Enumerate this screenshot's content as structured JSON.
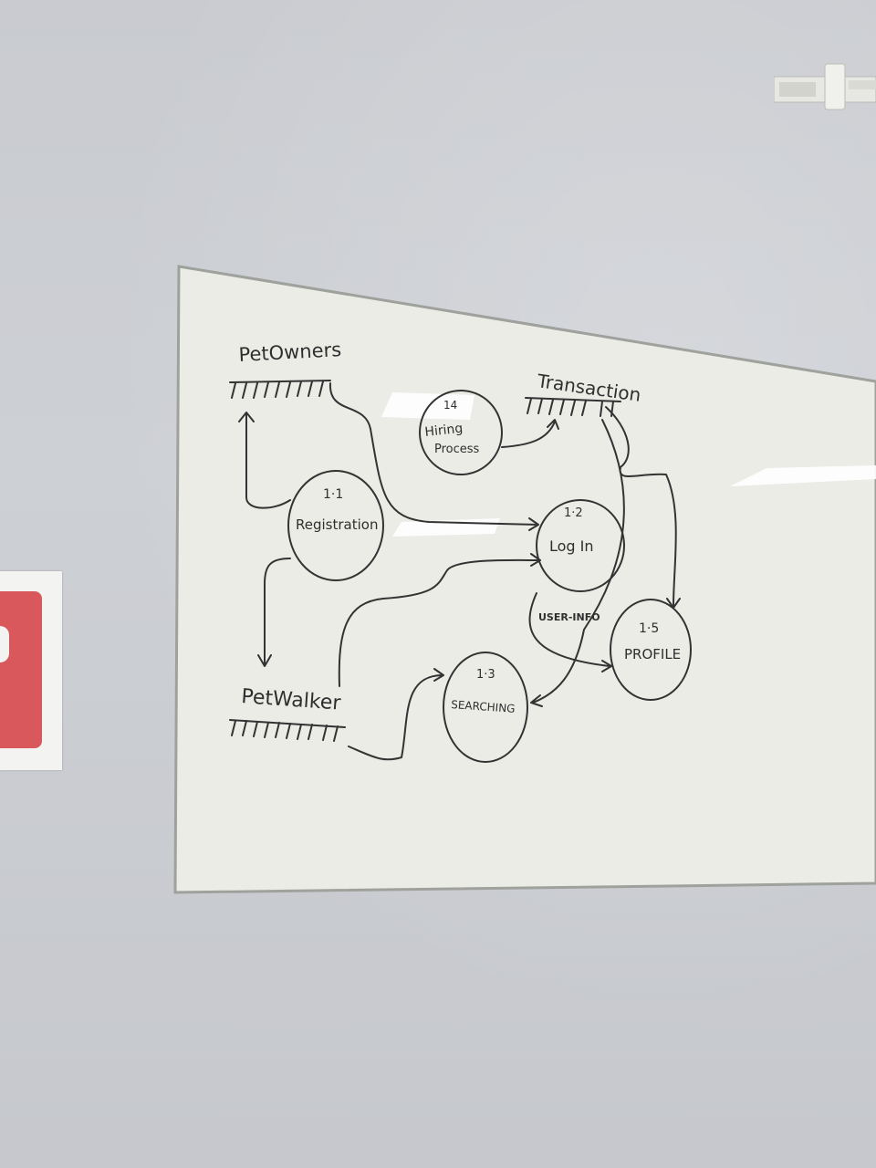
{
  "scene": {
    "wall_color": "#cacdd2",
    "board_color": "#ebece6",
    "marker_color": "#2f2f2f",
    "poster_accent": "#d9585c"
  },
  "diagram": {
    "stores": {
      "pet_owners": "PetOwners",
      "pet_walker": "PetWalker",
      "transaction": "Transaction"
    },
    "processes": {
      "registration": {
        "number": "1·1",
        "label": "Registration"
      },
      "login": {
        "number": "1·2",
        "label": "Log In"
      },
      "searching": {
        "number": "1·3",
        "label": "SEARCHING"
      },
      "hiring": {
        "number": "14",
        "label_line1": "Hiring",
        "label_line2": "Process"
      },
      "profile": {
        "number": "1·5",
        "label": "PROFILE"
      }
    },
    "flow_labels": {
      "user_info": "USER-INFO"
    }
  }
}
